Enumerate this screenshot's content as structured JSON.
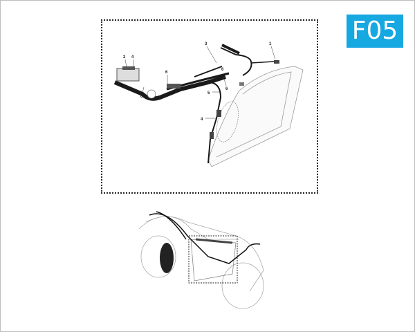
{
  "badge": {
    "label": "F05",
    "color": "#16a8e0"
  },
  "callouts": [
    "1",
    "2",
    "3",
    "4",
    "4",
    "5",
    "6",
    "6",
    "6",
    "6"
  ]
}
